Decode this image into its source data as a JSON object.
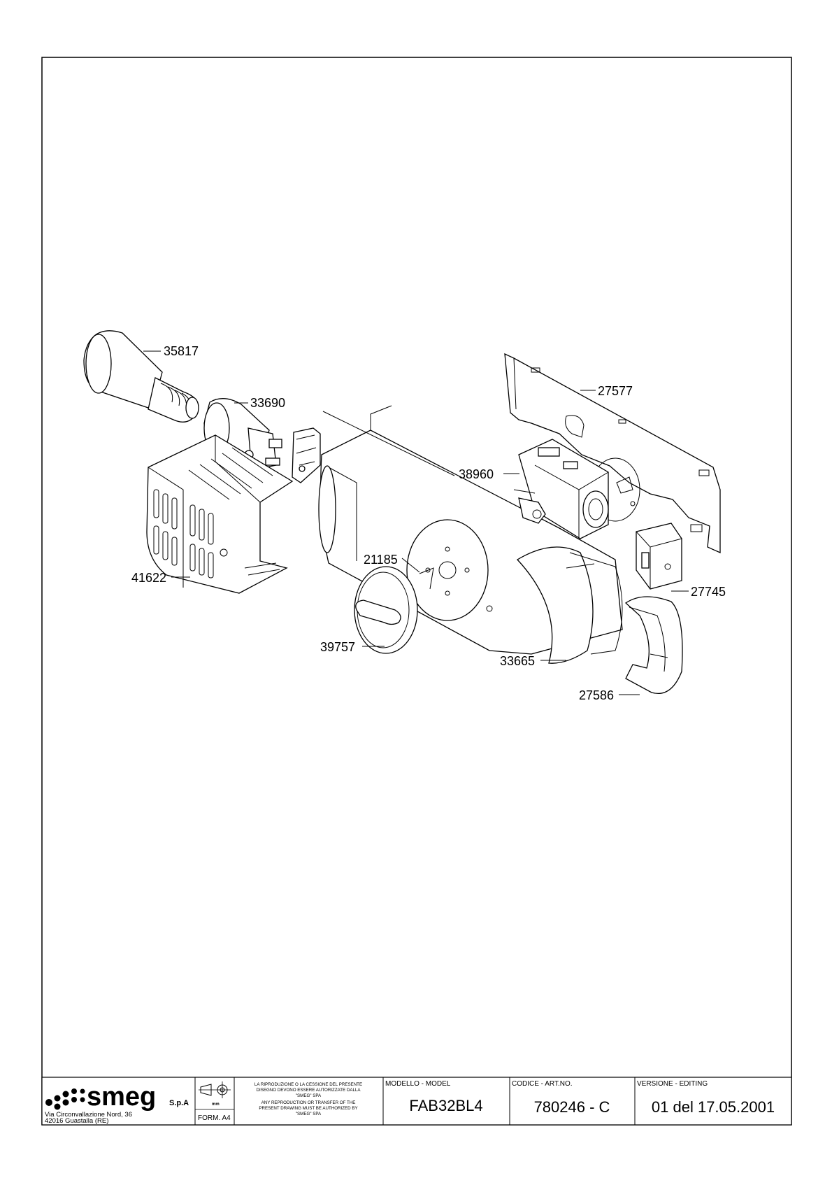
{
  "part_labels": {
    "p35817": "35817",
    "p33690": "33690",
    "p27577": "27577",
    "p38960": "38960",
    "p41622": "41622",
    "p21185": "21185",
    "p27745": "27745",
    "p39757": "39757",
    "p33665": "33665",
    "p27586": "27586"
  },
  "title_block": {
    "brand": "smeg",
    "brand_suffix": "S.p.A",
    "address_line1": "Via Circonvallazione Nord, 36",
    "address_line2": "42016  Guastalla (RE)",
    "format": "FORM. A4",
    "unit": "mm",
    "notice_line1": "LA RIPRODUZIONE O LA CESSIONE DEL PRESENTE",
    "notice_line2": "DISEGNO DEVONO ESSERE AUTORIZZATE DALLA",
    "notice_line3": "\"SMEG\" SPA",
    "notice_line4": "ANY REPRODUCTION OR TRANSFER OF THE",
    "notice_line5": "PRESENT DRAWING MUST BE AUTHORIZED BY",
    "notice_line6": "\"SMEG\" SPA",
    "model_label": "MODELLO - MODEL",
    "model_value": "FAB32BL4",
    "code_label": "CODICE - ART.NO.",
    "code_value": "780246 - C",
    "version_label": "VERSIONE - EDITING",
    "version_value": "01 del 17.05.2001"
  }
}
